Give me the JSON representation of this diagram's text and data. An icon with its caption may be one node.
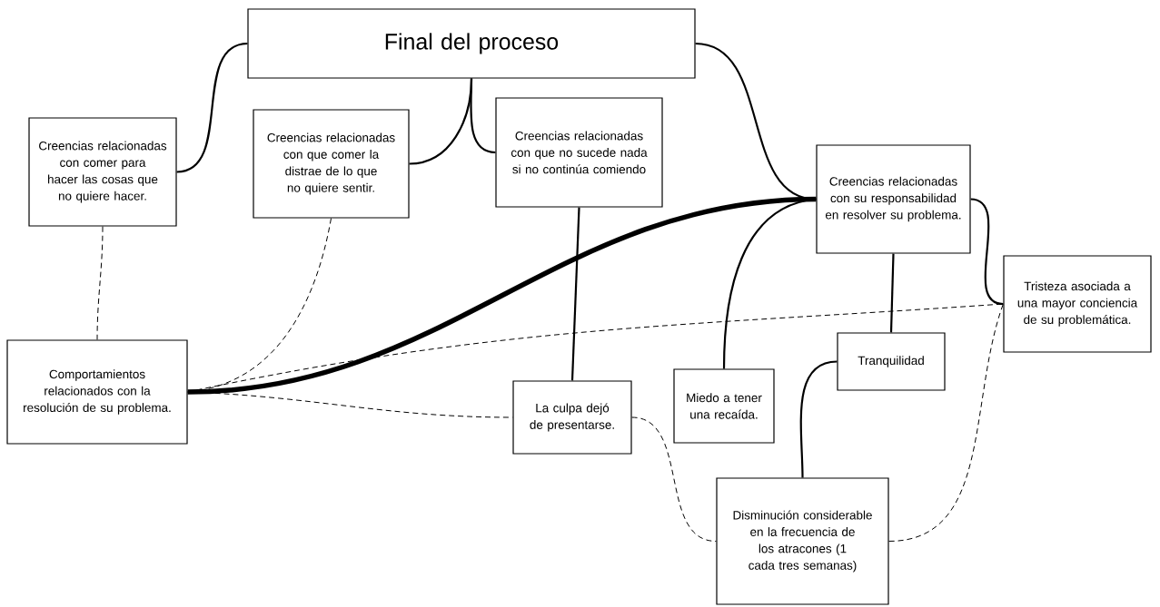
{
  "diagram": {
    "nodes": [
      {
        "text": [
          "Final del proceso"
        ]
      },
      {
        "text": [
          "Creencias relacionadas con comer para hacer las cosas que no quiere hacer."
        ]
      },
      {
        "text": [
          "Creencias relacionadas con que comer la distrae de lo que no quiere sentir."
        ]
      },
      {
        "text": [
          "Creencias relacionadas con que no sucede nada si no continúa comiendo"
        ]
      },
      {
        "text": [
          "Creencias relacionadas con su responsabilidad en resolver su problema."
        ]
      },
      {
        "text": [
          "Tristeza asociada a una mayor conciencia de su problemática."
        ]
      },
      {
        "text": [
          "Comportamientos relacionados con la resolución de su problema."
        ]
      },
      {
        "text": [
          "La culpa dejó de presentarse."
        ]
      },
      {
        "text": [
          "Miedo a tener una recaída."
        ]
      },
      {
        "text": [
          "Tranquilidad"
        ]
      },
      {
        "text": [
          "Disminución considerable en la frecuencia de los atracones (1 cada tres semanas)"
        ]
      }
    ],
    "edges": [
      {
        "from": 0,
        "to": 1,
        "arrow": "none"
      },
      {
        "from": 0,
        "to": 2,
        "arrow": "none"
      },
      {
        "from": 0,
        "to": 3,
        "arrow": "none"
      },
      {
        "from": 0,
        "to": 4,
        "arrow": "none"
      },
      {
        "from": 1,
        "to": 6,
        "arrow": "none",
        "style": "dashed"
      },
      {
        "from": 2,
        "to": 6,
        "arrow": "none",
        "style": "dashed"
      },
      {
        "from": 6,
        "to": 4,
        "arrow": "none",
        "style": "thick"
      },
      {
        "from": 3,
        "to": 7,
        "arrow": "none"
      },
      {
        "from": 8,
        "to": 4,
        "arrow": "none"
      },
      {
        "from": 4,
        "to": 9,
        "arrow": "none"
      },
      {
        "from": 4,
        "to": 5,
        "arrow": "none"
      },
      {
        "from": 6,
        "to": 5,
        "arrow": "none",
        "style": "dashed"
      },
      {
        "from": 6,
        "to": 7,
        "arrow": "none",
        "style": "dashed"
      },
      {
        "from": 7,
        "to": 10,
        "arrow": "none",
        "style": "dashed"
      },
      {
        "from": 9,
        "to": 10,
        "arrow": "none"
      },
      {
        "from": 10,
        "to": 5,
        "arrow": "none",
        "style": "dashed"
      }
    ]
  }
}
